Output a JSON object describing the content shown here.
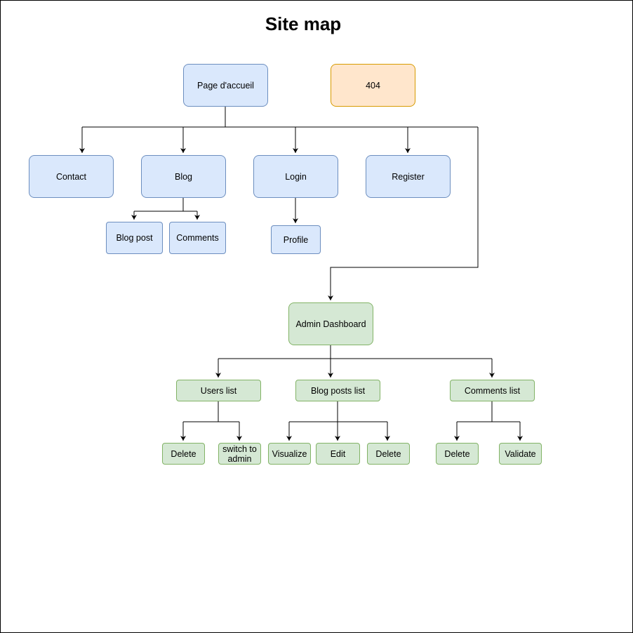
{
  "diagram": {
    "title": "Site map",
    "colors": {
      "blue_fill": "#dae8fc",
      "blue_stroke": "#6c8ebf",
      "orange_fill": "#ffe6cc",
      "orange_stroke": "#d79b00",
      "green_fill": "#d5e8d4",
      "green_stroke": "#82b366",
      "edge": "#000000"
    },
    "nodes": {
      "home": "Page d'accueil",
      "error_404": "404",
      "contact": "Contact",
      "blog": "Blog",
      "login": "Login",
      "register": "Register",
      "blog_post": "Blog post",
      "comments": "Comments",
      "profile": "Profile",
      "admin_dashboard": "Admin Dashboard",
      "users_list": "Users list",
      "blog_posts_list": "Blog posts list",
      "comments_list": "Comments list",
      "users_delete": "Delete",
      "switch_to_admin": "switch to admin",
      "visualize": "Visualize",
      "edit": "Edit",
      "posts_delete": "Delete",
      "comments_delete": "Delete",
      "validate": "Validate"
    },
    "edges": [
      [
        "home",
        "contact"
      ],
      [
        "home",
        "blog"
      ],
      [
        "home",
        "login"
      ],
      [
        "home",
        "register"
      ],
      [
        "home",
        "admin_dashboard"
      ],
      [
        "blog",
        "blog_post"
      ],
      [
        "blog",
        "comments"
      ],
      [
        "login",
        "profile"
      ],
      [
        "admin_dashboard",
        "users_list"
      ],
      [
        "admin_dashboard",
        "blog_posts_list"
      ],
      [
        "admin_dashboard",
        "comments_list"
      ],
      [
        "users_list",
        "users_delete"
      ],
      [
        "users_list",
        "switch_to_admin"
      ],
      [
        "blog_posts_list",
        "visualize"
      ],
      [
        "blog_posts_list",
        "edit"
      ],
      [
        "blog_posts_list",
        "posts_delete"
      ],
      [
        "comments_list",
        "comments_delete"
      ],
      [
        "comments_list",
        "validate"
      ]
    ]
  }
}
